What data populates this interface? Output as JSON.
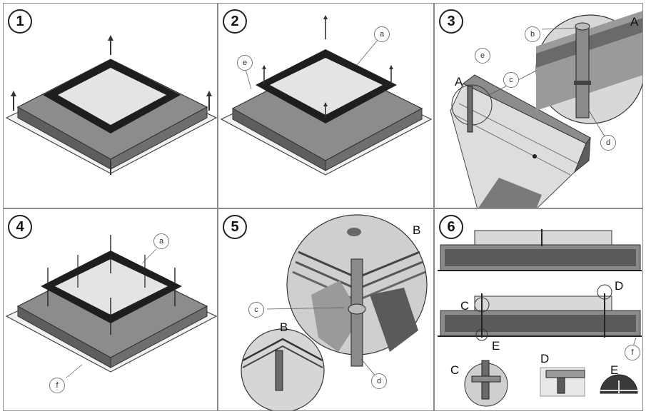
{
  "panels": [
    {
      "step": "1"
    },
    {
      "step": "2",
      "callouts": {
        "a": "a",
        "e": "e"
      }
    },
    {
      "step": "3",
      "callouts": {
        "b": "b",
        "e": "e",
        "c": "c",
        "d": "d"
      },
      "zoom_labels": {
        "A1": "A",
        "A2": "A"
      }
    },
    {
      "step": "4",
      "callouts": {
        "a": "a",
        "f": "f"
      }
    },
    {
      "step": "5",
      "callouts": {
        "c": "c",
        "d": "d"
      },
      "zoom_labels": {
        "B1": "B",
        "B2": "B"
      }
    },
    {
      "step": "6",
      "callouts": {
        "f": "f"
      },
      "zoom_labels": {
        "C1": "C",
        "D1": "D",
        "E1": "E",
        "C2": "C",
        "D2": "D",
        "E2": "E"
      }
    }
  ],
  "colors": {
    "frame_dark": "#1e1e1e",
    "frame_mid": "#8c8c8c",
    "glass": "#e4e4e4",
    "base": "#f2f2f2",
    "line": "#333333"
  }
}
